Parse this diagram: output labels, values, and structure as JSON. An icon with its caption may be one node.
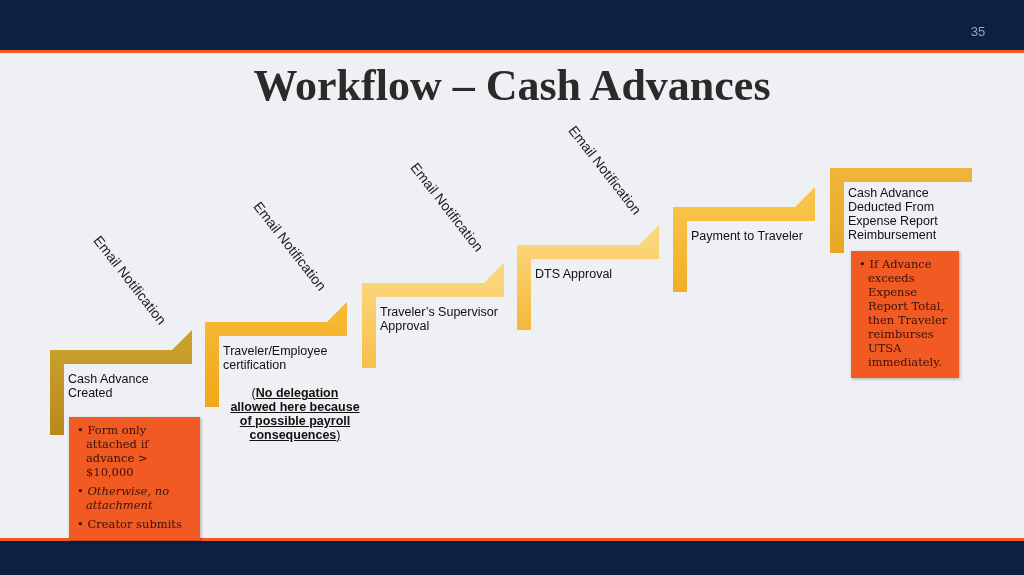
{
  "diagram": {
    "title": "Workflow – Cash Advances",
    "nodes": [
      {
        "text": [
          "Cash Advance Created"
        ]
      },
      {
        "text": [
          "• Form only attached if advance > $10,000",
          "• Otherwise, no attachment",
          "• Creator submits"
        ]
      },
      {
        "text": [
          "Traveler/Employee certification"
        ],
        "beside": [
          "(**No delegation allowed here because of possible payroll consequences**)"
        ]
      },
      {
        "text": [
          "Traveler’s Supervisor Approval"
        ]
      },
      {
        "text": [
          "DTS Approval"
        ]
      },
      {
        "text": [
          "Payment to Traveler"
        ]
      },
      {
        "text": [
          "Cash Advance Deducted From Expense Report Reimbursement"
        ]
      },
      {
        "text": [
          "• If Advance exceeds Expense Report Total, then Traveler reimburses UTSA immediately."
        ]
      }
    ],
    "labels": [
      "35",
      "Email Notification",
      "Email Notification",
      "Email Notification",
      "Email Notification"
    ]
  }
}
